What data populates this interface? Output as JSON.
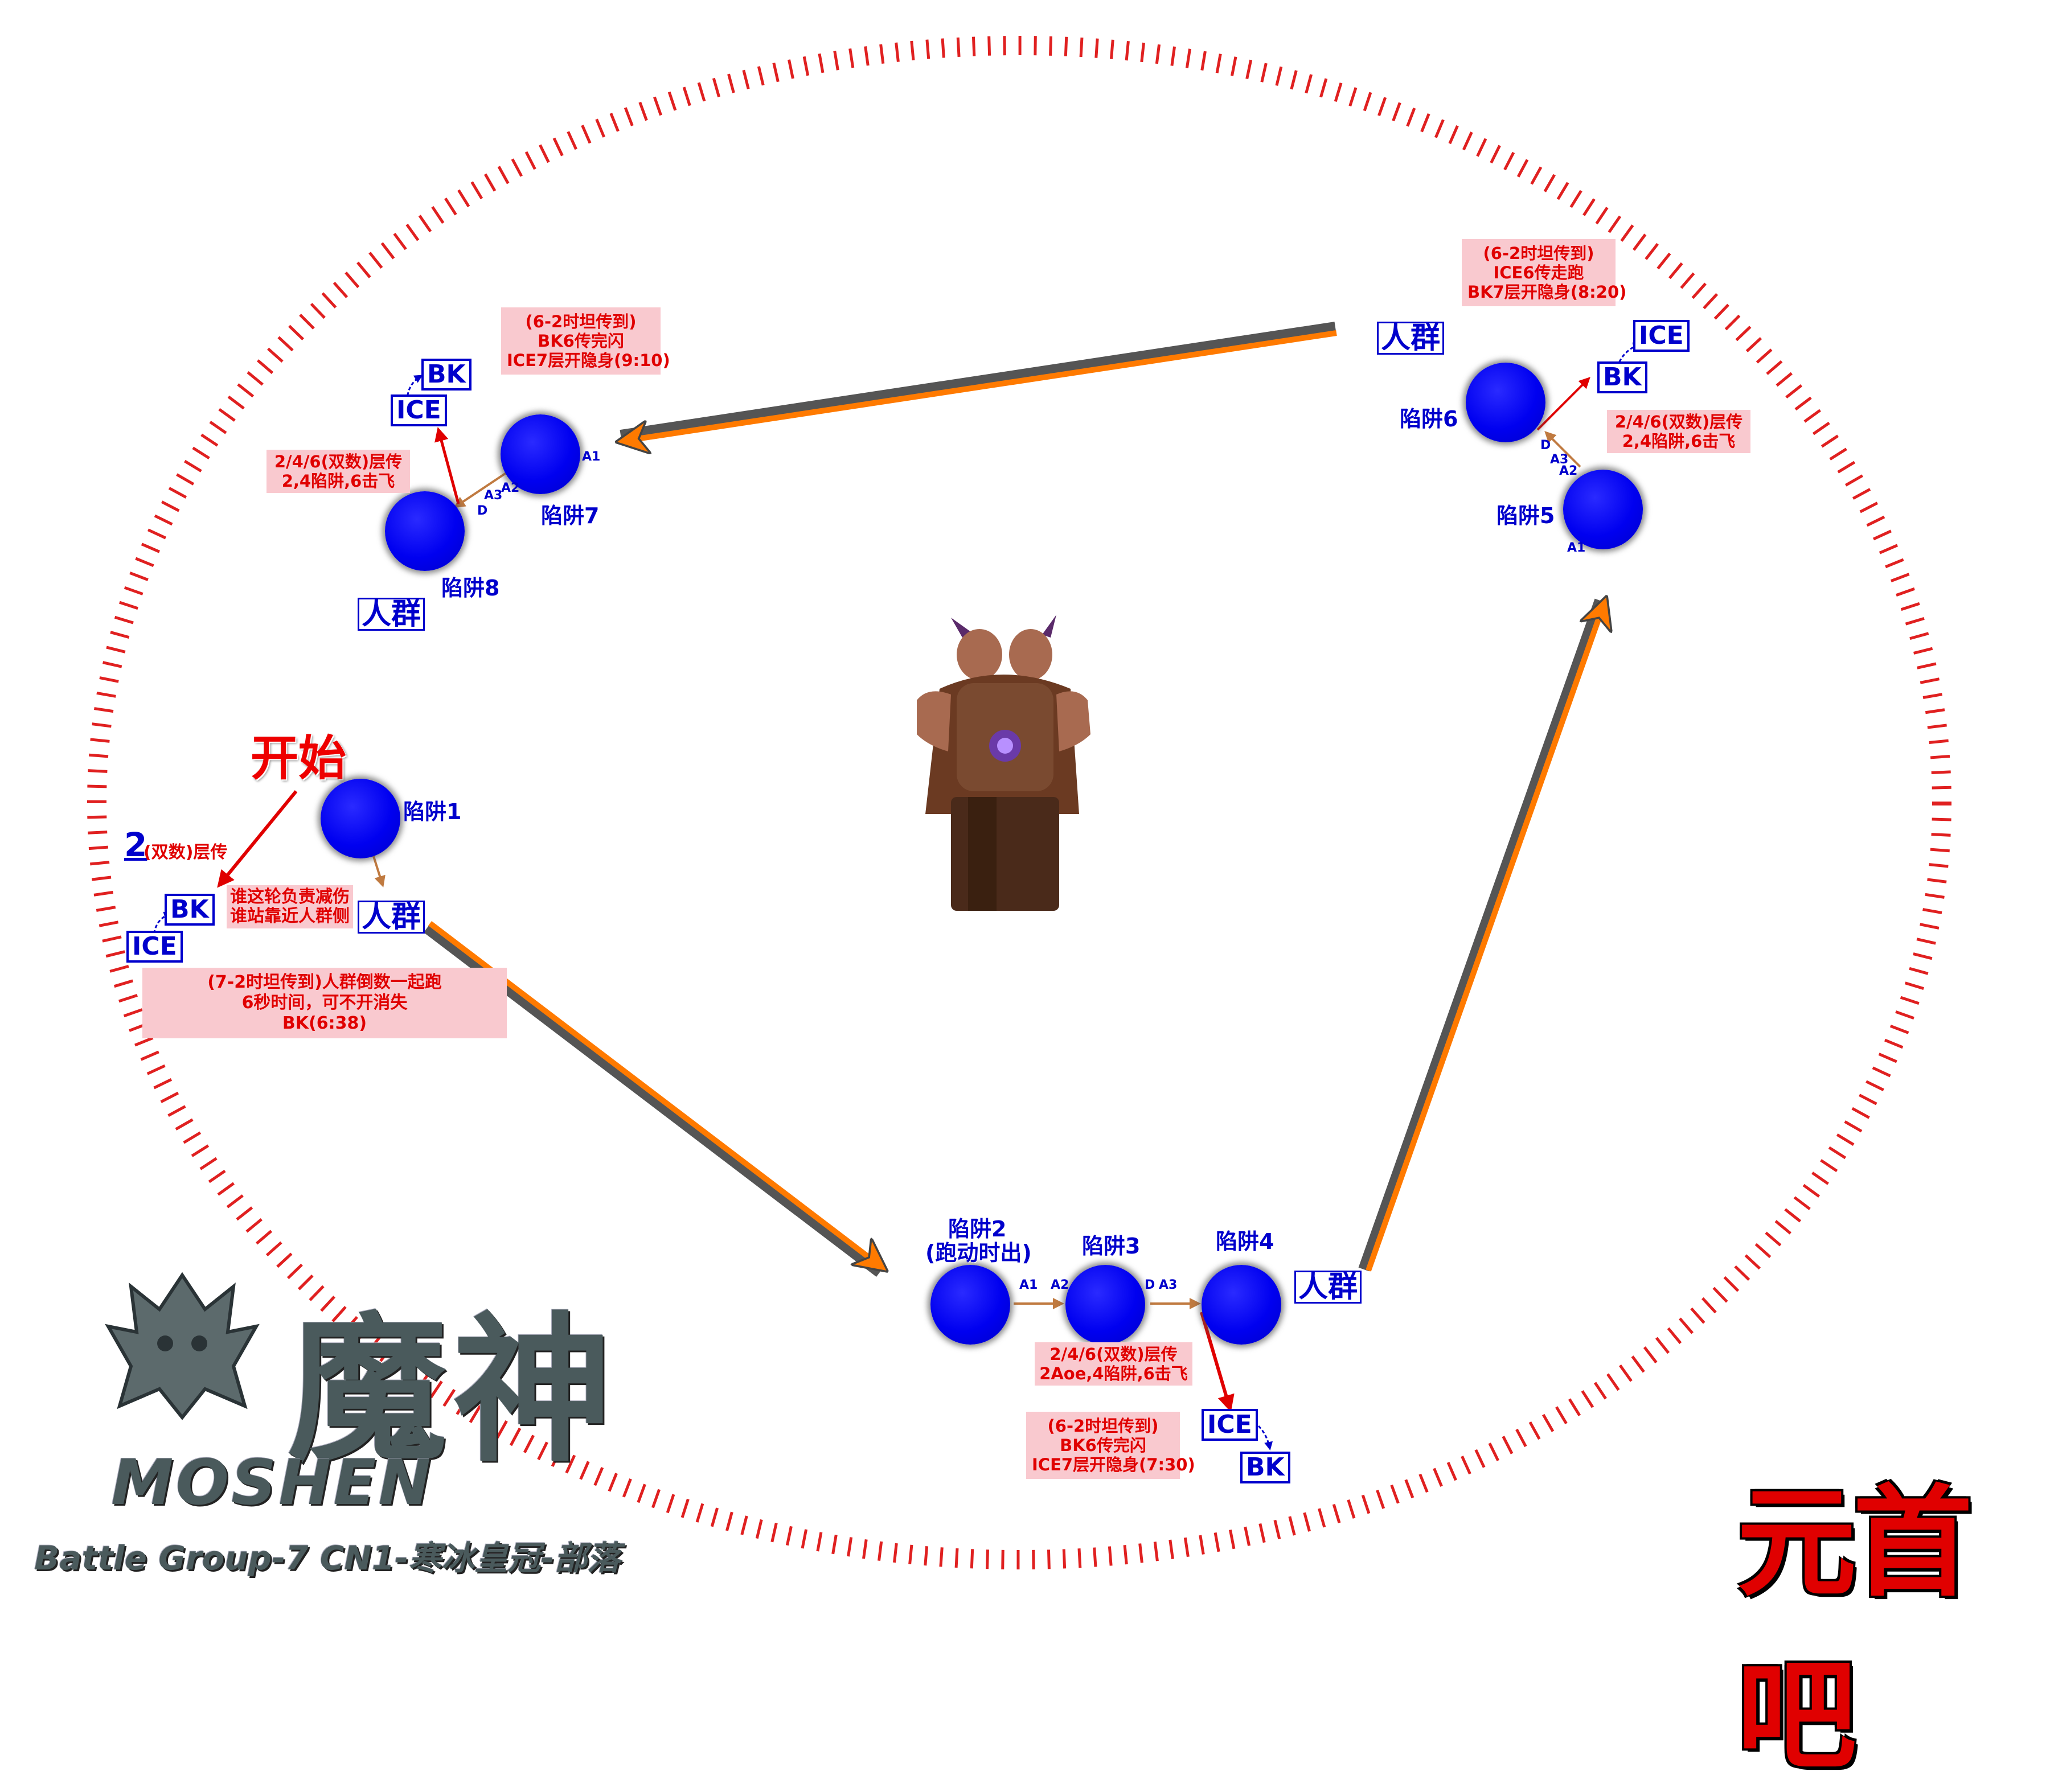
{
  "start_label": "开始",
  "traps": [
    {
      "id": 1,
      "label": "陷阱1"
    },
    {
      "id": 2,
      "label": "陷阱2",
      "sublabel": "(跑动时出)"
    },
    {
      "id": 3,
      "label": "陷阱3"
    },
    {
      "id": 4,
      "label": "陷阱4"
    },
    {
      "id": 5,
      "label": "陷阱5"
    },
    {
      "id": 6,
      "label": "陷阱6"
    },
    {
      "id": 7,
      "label": "陷阱7"
    },
    {
      "id": 8,
      "label": "陷阱8"
    }
  ],
  "crowd_label": "人群",
  "ice_label": "ICE",
  "bk_label": "BK",
  "tags": {
    "a1": "A1",
    "a2": "A2",
    "a3": "A3",
    "d": "D"
  },
  "start_block": {
    "num": "2",
    "num_note": "(双数)层传",
    "side_note": [
      "谁这轮负责减伤",
      "谁站靠近人群侧"
    ],
    "timing_note": [
      "(7-2时坦传到)人群倒数一起跑",
      "6秒时间，可不开消失",
      "BK(6:38)"
    ]
  },
  "notes": {
    "bottom_stack": [
      "2/4/6(双数)层传",
      "2Aoe,4陷阱,6击飞"
    ],
    "bottom_timing": [
      "(6-2时坦传到)",
      "BK6传完闪",
      "ICE7层开隐身(7:30)"
    ],
    "right_stack_1": "2/4/6(双数)层传",
    "right_stack_2": "2,4陷阱,6击飞",
    "right_timing": [
      "(6-2时坦传到)",
      "ICE6传走跑",
      "BK7层开隐身(8:20)"
    ],
    "left_stack_1": "2/4/6(双数)层传",
    "left_stack_2": "2,4陷阱,6击飞",
    "left_timing": [
      "(6-2时坦传到)",
      "BK6传完闪",
      "ICE7层开隐身(9:10)"
    ]
  },
  "logo": {
    "main_glyphs": "魔神",
    "brand_en": "MOSHEN",
    "footer": "Battle Group-7    CN1-寒冰皇冠-部落"
  },
  "brand_corner": "元首吧",
  "colors": {
    "trap_blue": "#0000f0",
    "label_blue": "#0000cc",
    "note_bg": "#f9c9cf",
    "note_red": "#e00000",
    "arrow_orange": "#ff7a00",
    "ring_red": "#e02020"
  }
}
